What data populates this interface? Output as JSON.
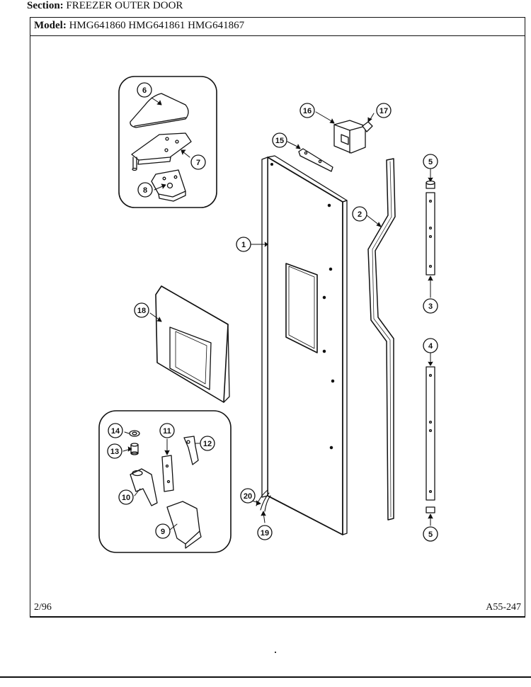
{
  "header": {
    "section_label": "Section:",
    "section_value": "FREEZER OUTER DOOR",
    "model_label": "Model:",
    "model_value": "HMG641860  HMG641861  HMG641867"
  },
  "footer": {
    "date": "2/96",
    "reference": "A55-247"
  },
  "callouts": [
    "1",
    "2",
    "3",
    "4",
    "5",
    "5",
    "6",
    "7",
    "8",
    "9",
    "10",
    "11",
    "12",
    "13",
    "14",
    "15",
    "16",
    "17",
    "18",
    "19",
    "20"
  ]
}
